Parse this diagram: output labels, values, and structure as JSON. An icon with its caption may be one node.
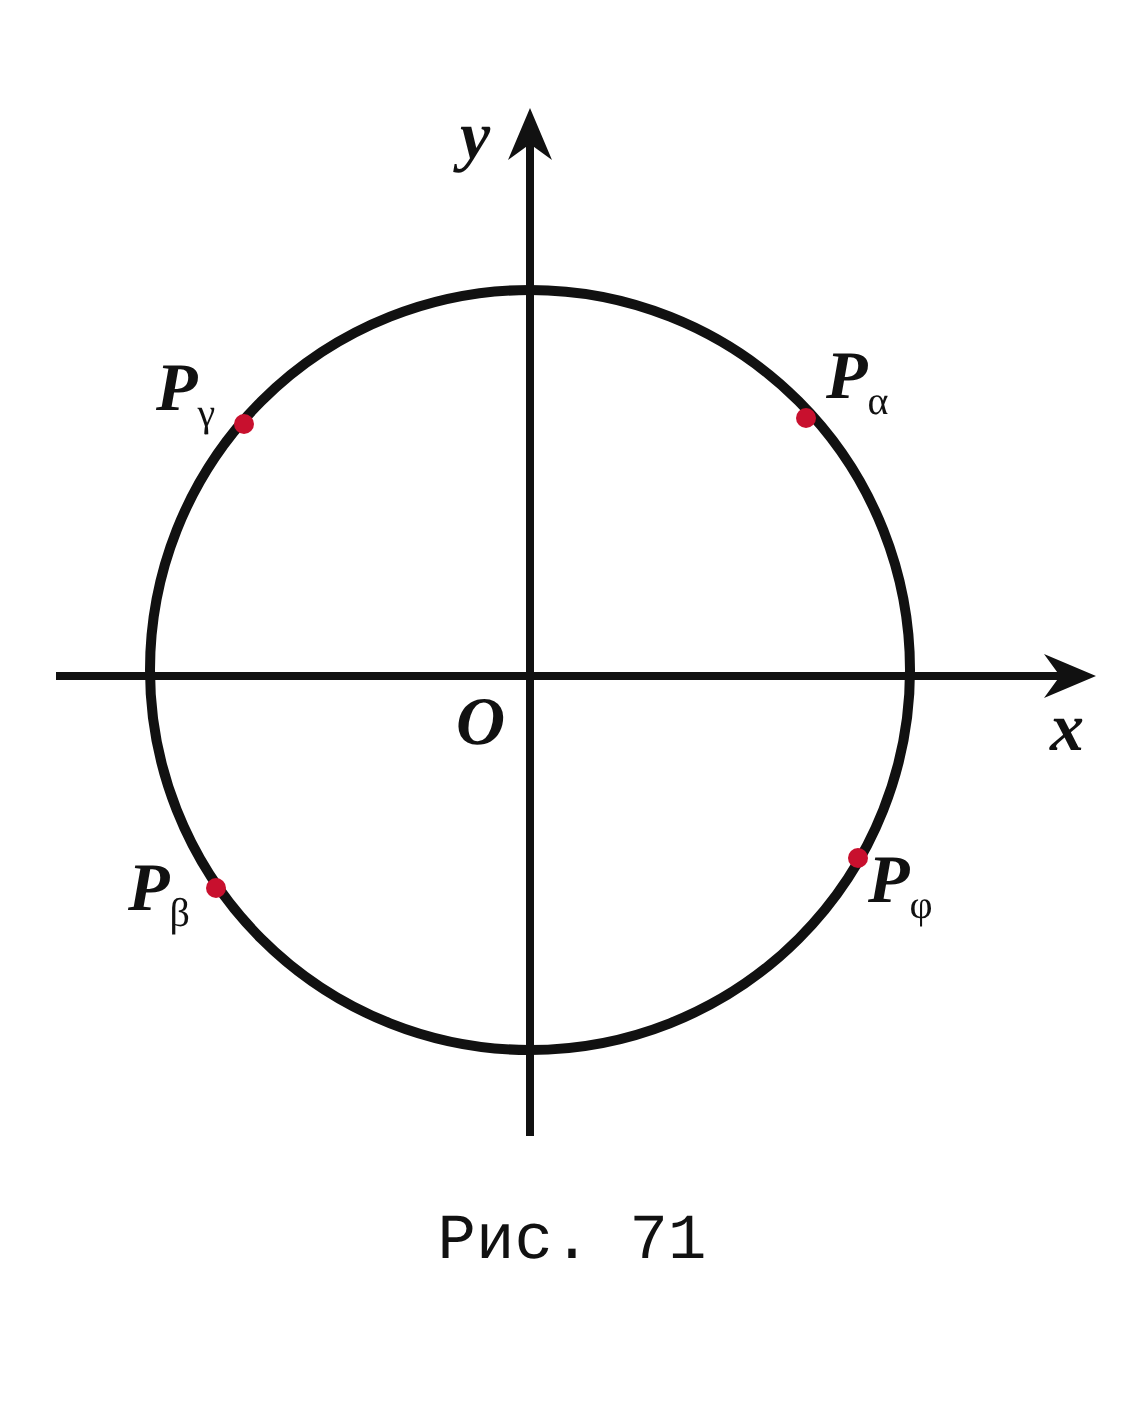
{
  "diagram": {
    "caption": "Рис. 71",
    "labels": [
      "y",
      "P$_{γ}$",
      "P$_{α}$",
      "O",
      "x",
      "P$_{β}$",
      "P$_{φ}$"
    ]
  }
}
